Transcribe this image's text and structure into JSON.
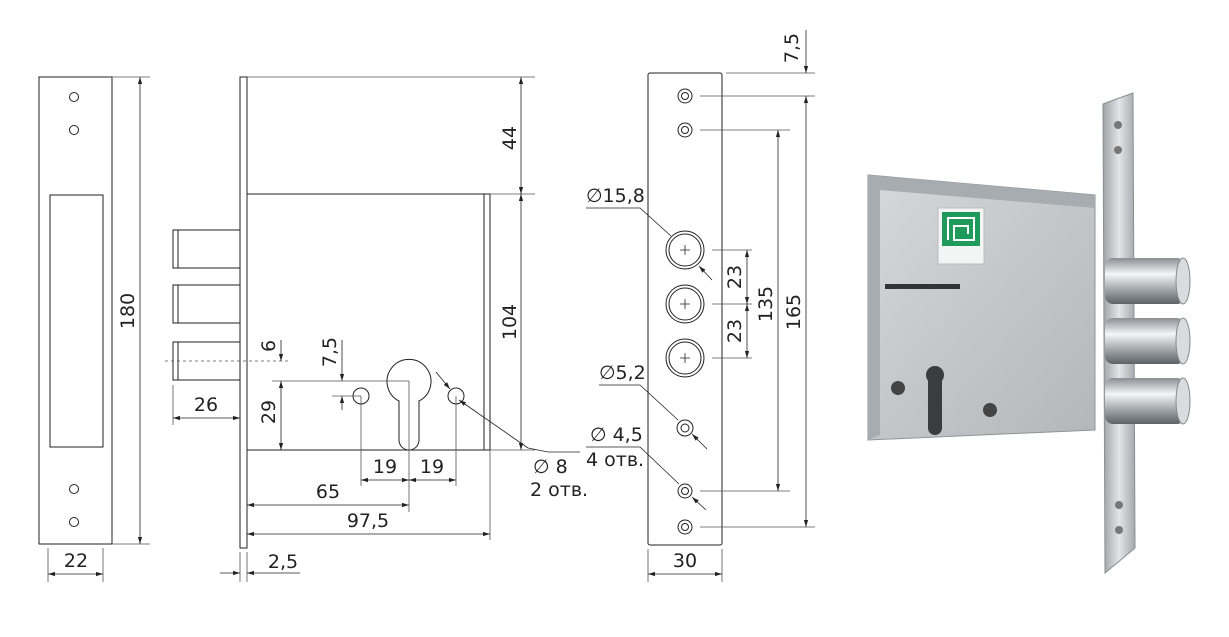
{
  "title": "Mortise lock technical drawing",
  "strike_plate": {
    "height": "180",
    "width": "22"
  },
  "side_view": {
    "top_offset": "44",
    "body_height": "104",
    "bolt_offset": "6",
    "hole_offset": "7,5",
    "cyl_height": "29",
    "bolt_projection": "26",
    "hole_spacing_left": "19",
    "hole_spacing_right": "19",
    "backset": "65",
    "body_depth": "97,5",
    "faceplate_thickness": "2,5",
    "hole_diameter": "∅ 8",
    "hole_count": "2 отв."
  },
  "front_view": {
    "top_margin": "7,5",
    "bolt_diameter": "∅15,8",
    "bolt_pitch_1": "23",
    "bolt_pitch_2": "23",
    "inner_span": "135",
    "outer_span": "165",
    "screw_diameter": "∅5,2",
    "small_hole_diameter": "∅ 4,5",
    "small_hole_count": "4 отв.",
    "width": "30"
  },
  "colors": {
    "line": "#222222",
    "sticker": "#1e9a5a",
    "metal": "#c9cdd0"
  }
}
